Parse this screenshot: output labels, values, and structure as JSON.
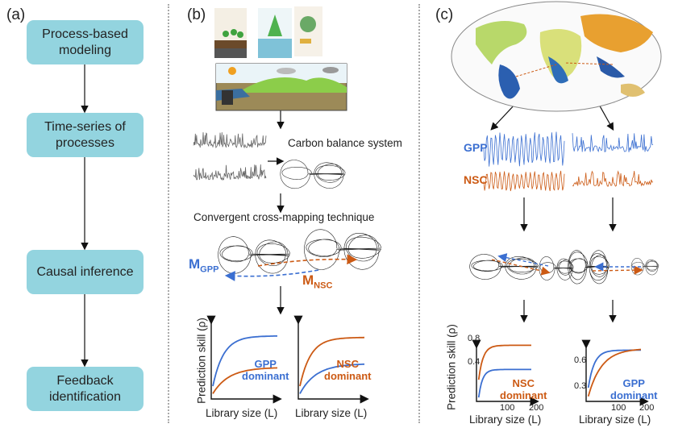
{
  "panel_a": {
    "label": "(a)",
    "steps": [
      "Process-based modeling",
      "Time-series of processes",
      "Causal inference",
      "Feedback identification"
    ],
    "box_color": "#93d4df"
  },
  "panel_b": {
    "label": "(b)",
    "carbon_balance": "Carbon balance system",
    "ccm": "Convergent cross-mapping technique",
    "m_gpp": "M",
    "m_gpp_sub": "GPP",
    "m_nsc": "M",
    "m_nsc_sub": "NSC",
    "ylabel": "Prediction skill (ρ)",
    "xlabel": "Library size (L)",
    "chart_left": {
      "legend_line1": "GPP",
      "legend_line2": "dominant"
    },
    "chart_right": {
      "legend_line1": "NSC",
      "legend_line2": "dominant"
    }
  },
  "panel_c": {
    "label": "(c)",
    "gpp": "GPP",
    "nsc": "NSC",
    "ylabel": "Prediction skill (ρ)",
    "xlabel": "Library size (L)",
    "chart_left": {
      "yticks": [
        "0.4",
        "0.8"
      ],
      "xticks": [
        "100",
        "200"
      ],
      "legend_line1": "NSC",
      "legend_line2": "dominant"
    },
    "chart_right": {
      "yticks": [
        "0.3",
        "0.6"
      ],
      "xticks": [
        "100",
        "200"
      ],
      "legend_line1": "GPP",
      "legend_line2": "dominant"
    }
  },
  "colors": {
    "gpp": "#3b6fd1",
    "nsc": "#cc5a14",
    "box": "#93d4df"
  }
}
